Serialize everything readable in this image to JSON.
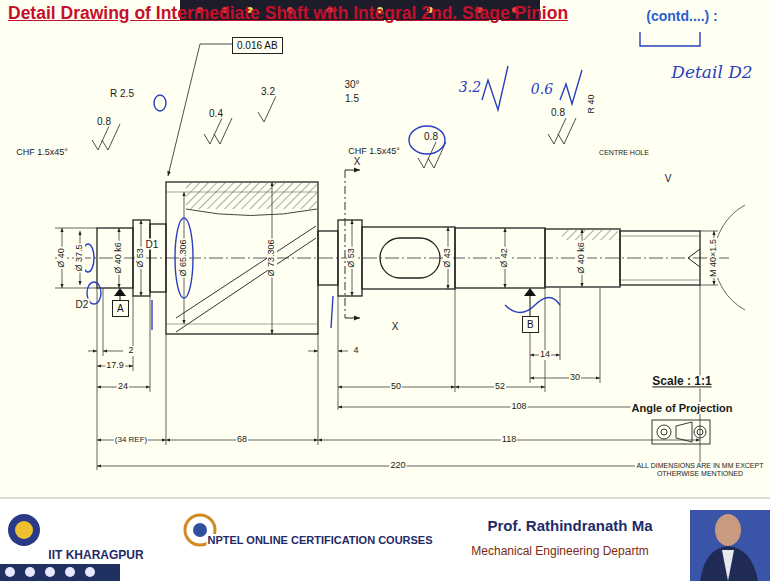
{
  "diagram": {
    "title": "Detail Drawing of Intermediate Shaft with Integral 2nd. Stage Pinion",
    "nodes": [
      {
        "text": [
          "0.016 AB"
        ]
      },
      {
        "text": [
          "A"
        ]
      },
      {
        "text": [
          "B"
        ]
      }
    ],
    "labels": [
      "(contd....) :",
      "R 2.5",
      "CHF 1.5x45°",
      "0.8",
      "0.4",
      "3.2",
      "30°",
      "1.5",
      "CHF 1.5x45°",
      "0.8",
      "0.8",
      "R 40",
      "CENTRE HOLE",
      "3.2",
      "0.6",
      "Detail D2",
      "X",
      "X",
      "V",
      "D1",
      "D2",
      "Ø 40",
      "Ø 37.5",
      "Ø 40 k6",
      "Ø 53",
      "Ø 65.306",
      "Ø 73.306",
      "Ø 53",
      "Ø 43",
      "Ø 42",
      "Ø 40 k6",
      "M 40×1.5",
      "2",
      "17.9",
      "24",
      "(34 REF)",
      "68",
      "4",
      "14",
      "30",
      "50",
      "52",
      "108",
      "118",
      "220",
      "Scale : 1:1",
      "Angle of Projection",
      "ALL DIMENSIONS ARE IN MM EXCEPT OTHERWISE MENTIONED",
      "IIT KHARAGPUR",
      "NPTEL ONLINE CERTIFICATION COURSES",
      "Prof. Rathindranath Ma",
      "Mechanical Engineering Departm"
    ]
  }
}
